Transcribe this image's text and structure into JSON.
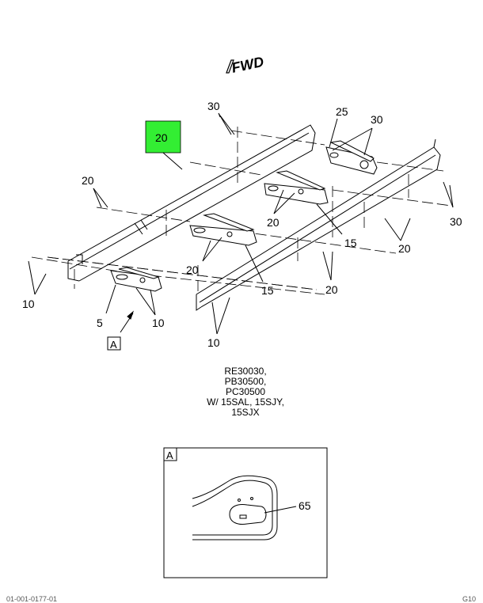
{
  "direction_label": "FWD",
  "highlight_color": "#33ee33",
  "callouts": {
    "c30_top": "30",
    "c25": "25",
    "c30_right_top": "30",
    "c20_highlight": "20",
    "c20_left": "20",
    "c20_mid_a": "20",
    "c15_a": "15",
    "c20_right_a": "20",
    "c30_right": "30",
    "c20_mid_b": "20",
    "c15_b": "15",
    "c20_right_b": "20",
    "c10_left": "10",
    "c5": "5",
    "c10_mid": "10",
    "c10_bottom": "10",
    "c65": "65"
  },
  "view_tag": "A",
  "detail_tag": "A",
  "applicability_notes": [
    "RE30030,",
    "PB30500,",
    "PC30500",
    "W/ 15SAL, 15SJY,",
    "15SJX"
  ],
  "footer_id": "01-001-0177-01",
  "footer_right": "G10"
}
